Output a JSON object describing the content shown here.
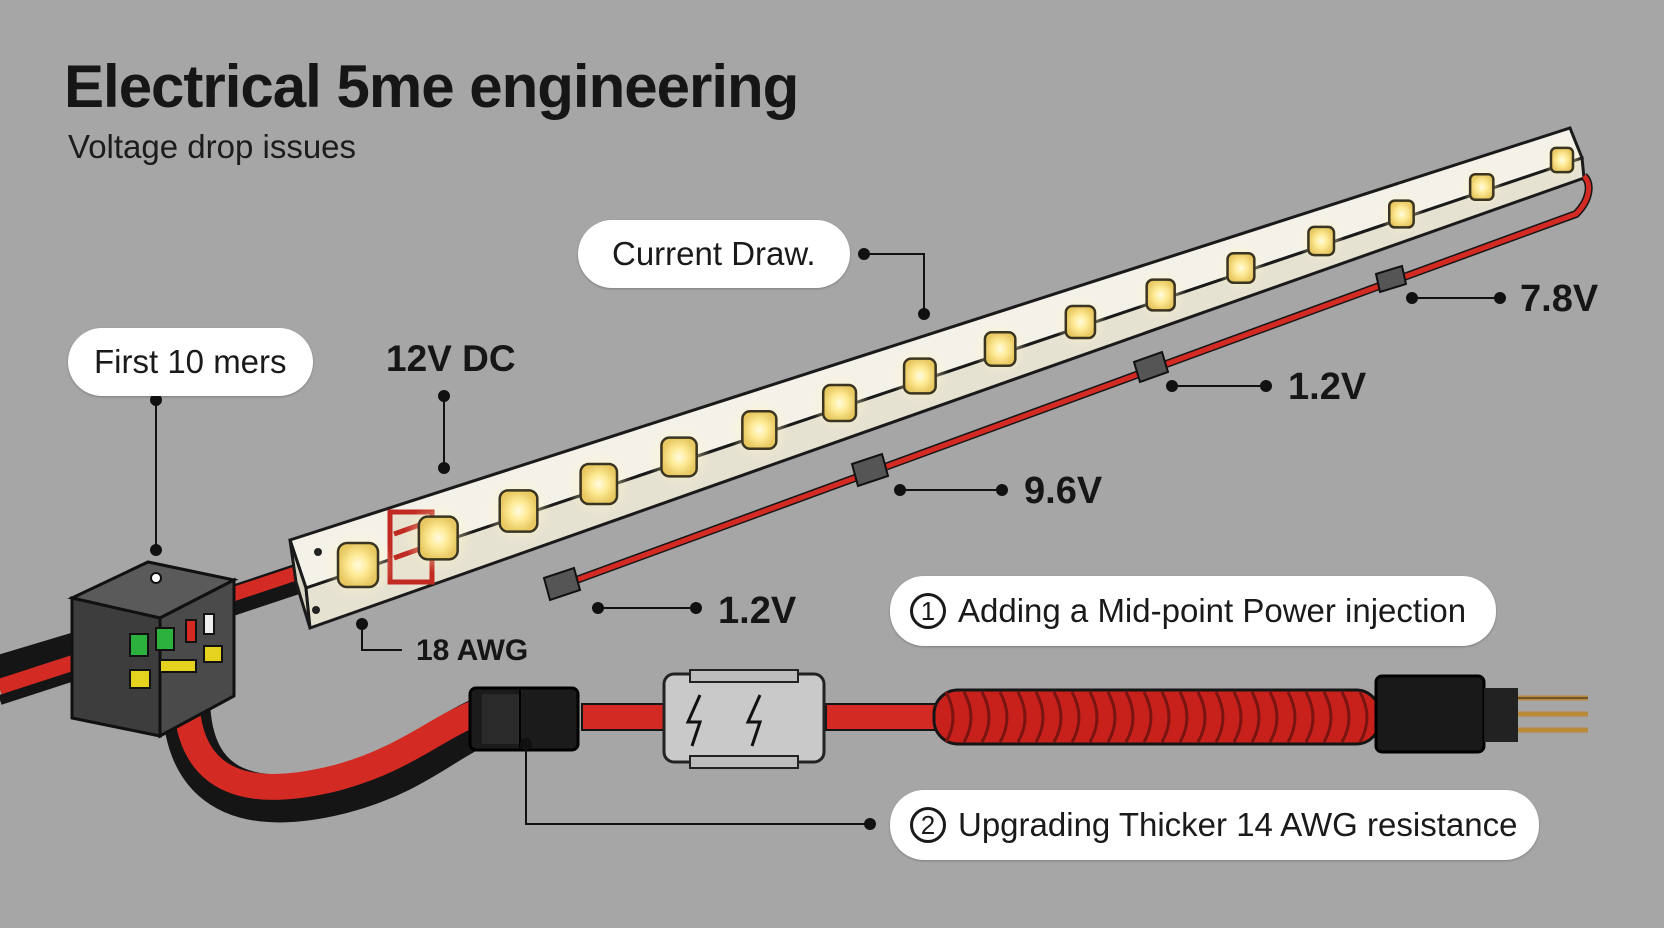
{
  "header": {
    "title": "Electrical 5me engineering",
    "subtitle": "Voltage drop issues"
  },
  "callouts": {
    "current_draw": "Current Draw.",
    "first_meters": "First 10 mers",
    "supply_voltage": "12V DC",
    "strip_gauge": "18 AWG",
    "voltage_near": "1.2V",
    "voltage_second": "9.6V",
    "voltage_third": "1.2V",
    "voltage_end": "7.8V"
  },
  "solutions": [
    {
      "number": "1",
      "text": "Adding a Mid-point Power injection"
    },
    {
      "number": "2",
      "text": "Upgrading Thicker 14 AWG resistance"
    }
  ],
  "colors": {
    "background": "#a6a6a6",
    "wire_red": "#d42a24",
    "wire_black": "#151515",
    "led_glow": "#fff3b0",
    "strip_body": "#f2f0e6"
  },
  "icons": {
    "power_box": "junction-box-icon",
    "fuse": "lightning-bolt-icon",
    "plug": "connector-plug-icon"
  }
}
